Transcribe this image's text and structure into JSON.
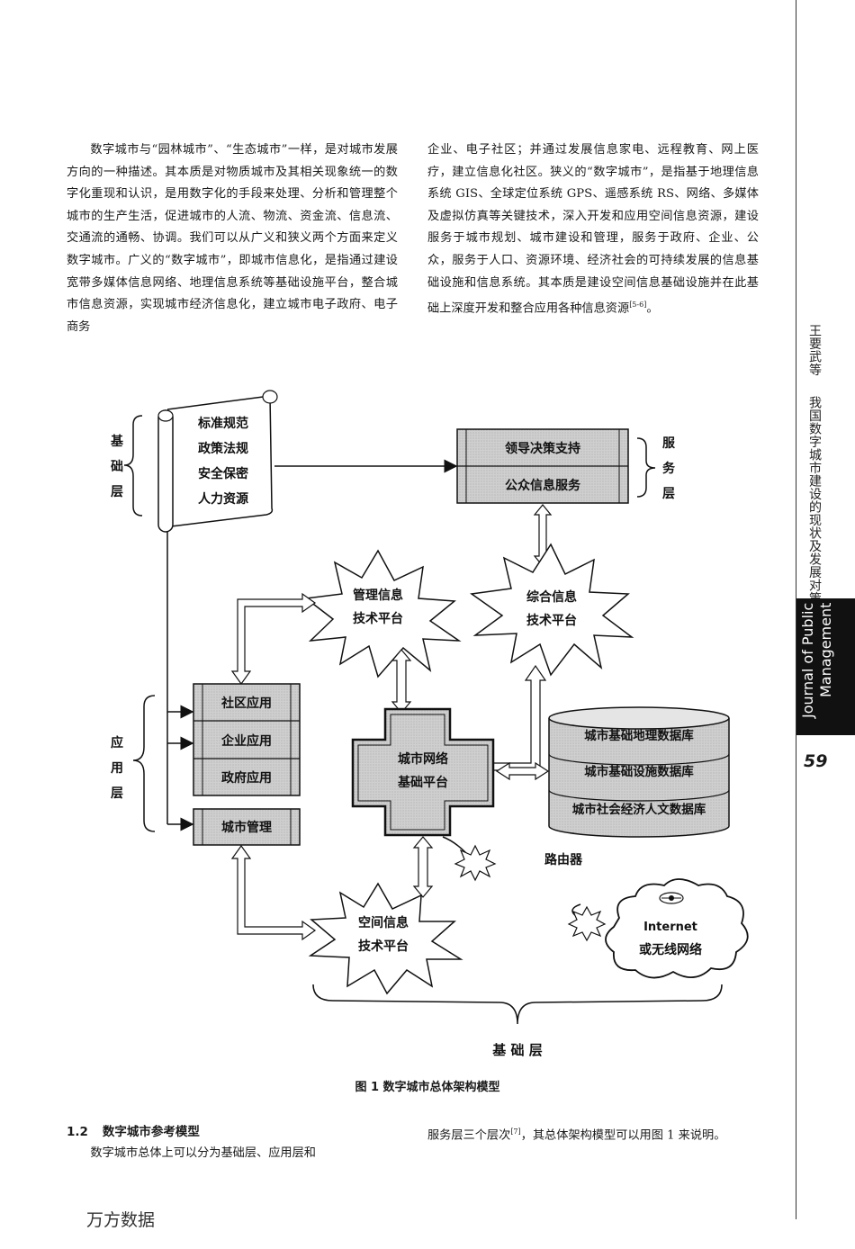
{
  "body": {
    "left_paragraph": "数字城市与“园林城市”、“生态城市”一样，是对城市发展方向的一种描述。其本质是对物质城市及其相关现象统一的数字化重现和认识，是用数字化的手段来处理、分析和管理整个城市的生产生活，促进城市的人流、物流、资金流、信息流、交通流的通畅、协调。我们可以从广义和狭义两个方面来定义数字城市。广义的“数字城市”，即城市信息化，是指通过建设宽带多媒体信息网络、地理信息系统等基础设施平台，整合城市信息资源，实现城市经济信息化，建立城市电子政府、电子商务",
    "right_paragraph": "企业、电子社区；并通过发展信息家电、远程教育、网上医疗，建立信息化社区。狭义的“数字城市”，是指基于地理信息系统 GIS、全球定位系统 GPS、遥感系统 RS、网络、多媒体及虚拟仿真等关键技术，深入开发和应用空间信息资源，建设服务于城市规划、城市建设和管理，服务于政府、企业、公众，服务于人口、资源环境、经济社会的可持续发展的信息基础设施和信息系统。其本质是建设空间信息基础设施并在此基础上深度开发和整合应用各种信息资源",
    "right_cite": "[5-6]",
    "right_end": "。"
  },
  "sidebar": {
    "author": "王要武等",
    "title": "我国数字城市建设的现状及发展对策",
    "journal": "Journal of Public Management",
    "page_number": "59"
  },
  "figure": {
    "base_layer_side": [
      "基",
      "础",
      "层"
    ],
    "scroll_items": [
      "标准规范",
      "政策法规",
      "安全保密",
      "人力资源"
    ],
    "service_items": [
      "领导决策支持",
      "公众信息服务"
    ],
    "service_layer_side": [
      "服",
      "务",
      "层"
    ],
    "mgmt_platform": [
      "管理信息",
      "技术平台"
    ],
    "integrated_platform": [
      "综合信息",
      "技术平台"
    ],
    "app_layer_side": [
      "应",
      "用",
      "层"
    ],
    "app_items": [
      "社区应用",
      "企业应用",
      "政府应用"
    ],
    "city_mgmt": "城市管理",
    "network_platform": [
      "城市网络",
      "基础平台"
    ],
    "databases": [
      "城市基础地理数据库",
      "城市基础设施数据库",
      "城市社会经济人文数据库"
    ],
    "router": "路由器",
    "internet": [
      "Internet",
      "或无线网络"
    ],
    "spatial_platform": [
      "空间信息",
      "技术平台"
    ],
    "base_layer_bottom": "基 础 层",
    "caption": "图 1   数字城市总体架构模型"
  },
  "section": {
    "number": "1.2",
    "title": "数字城市参考模型",
    "left_text": "数字城市总体上可以分为基础层、应用层和",
    "right_text_a": "服务层三个层次",
    "right_cite": "[7]",
    "right_text_b": "，其总体架构模型可以用图 1 来说明。"
  },
  "footer": {
    "watermark": "万方数据"
  }
}
